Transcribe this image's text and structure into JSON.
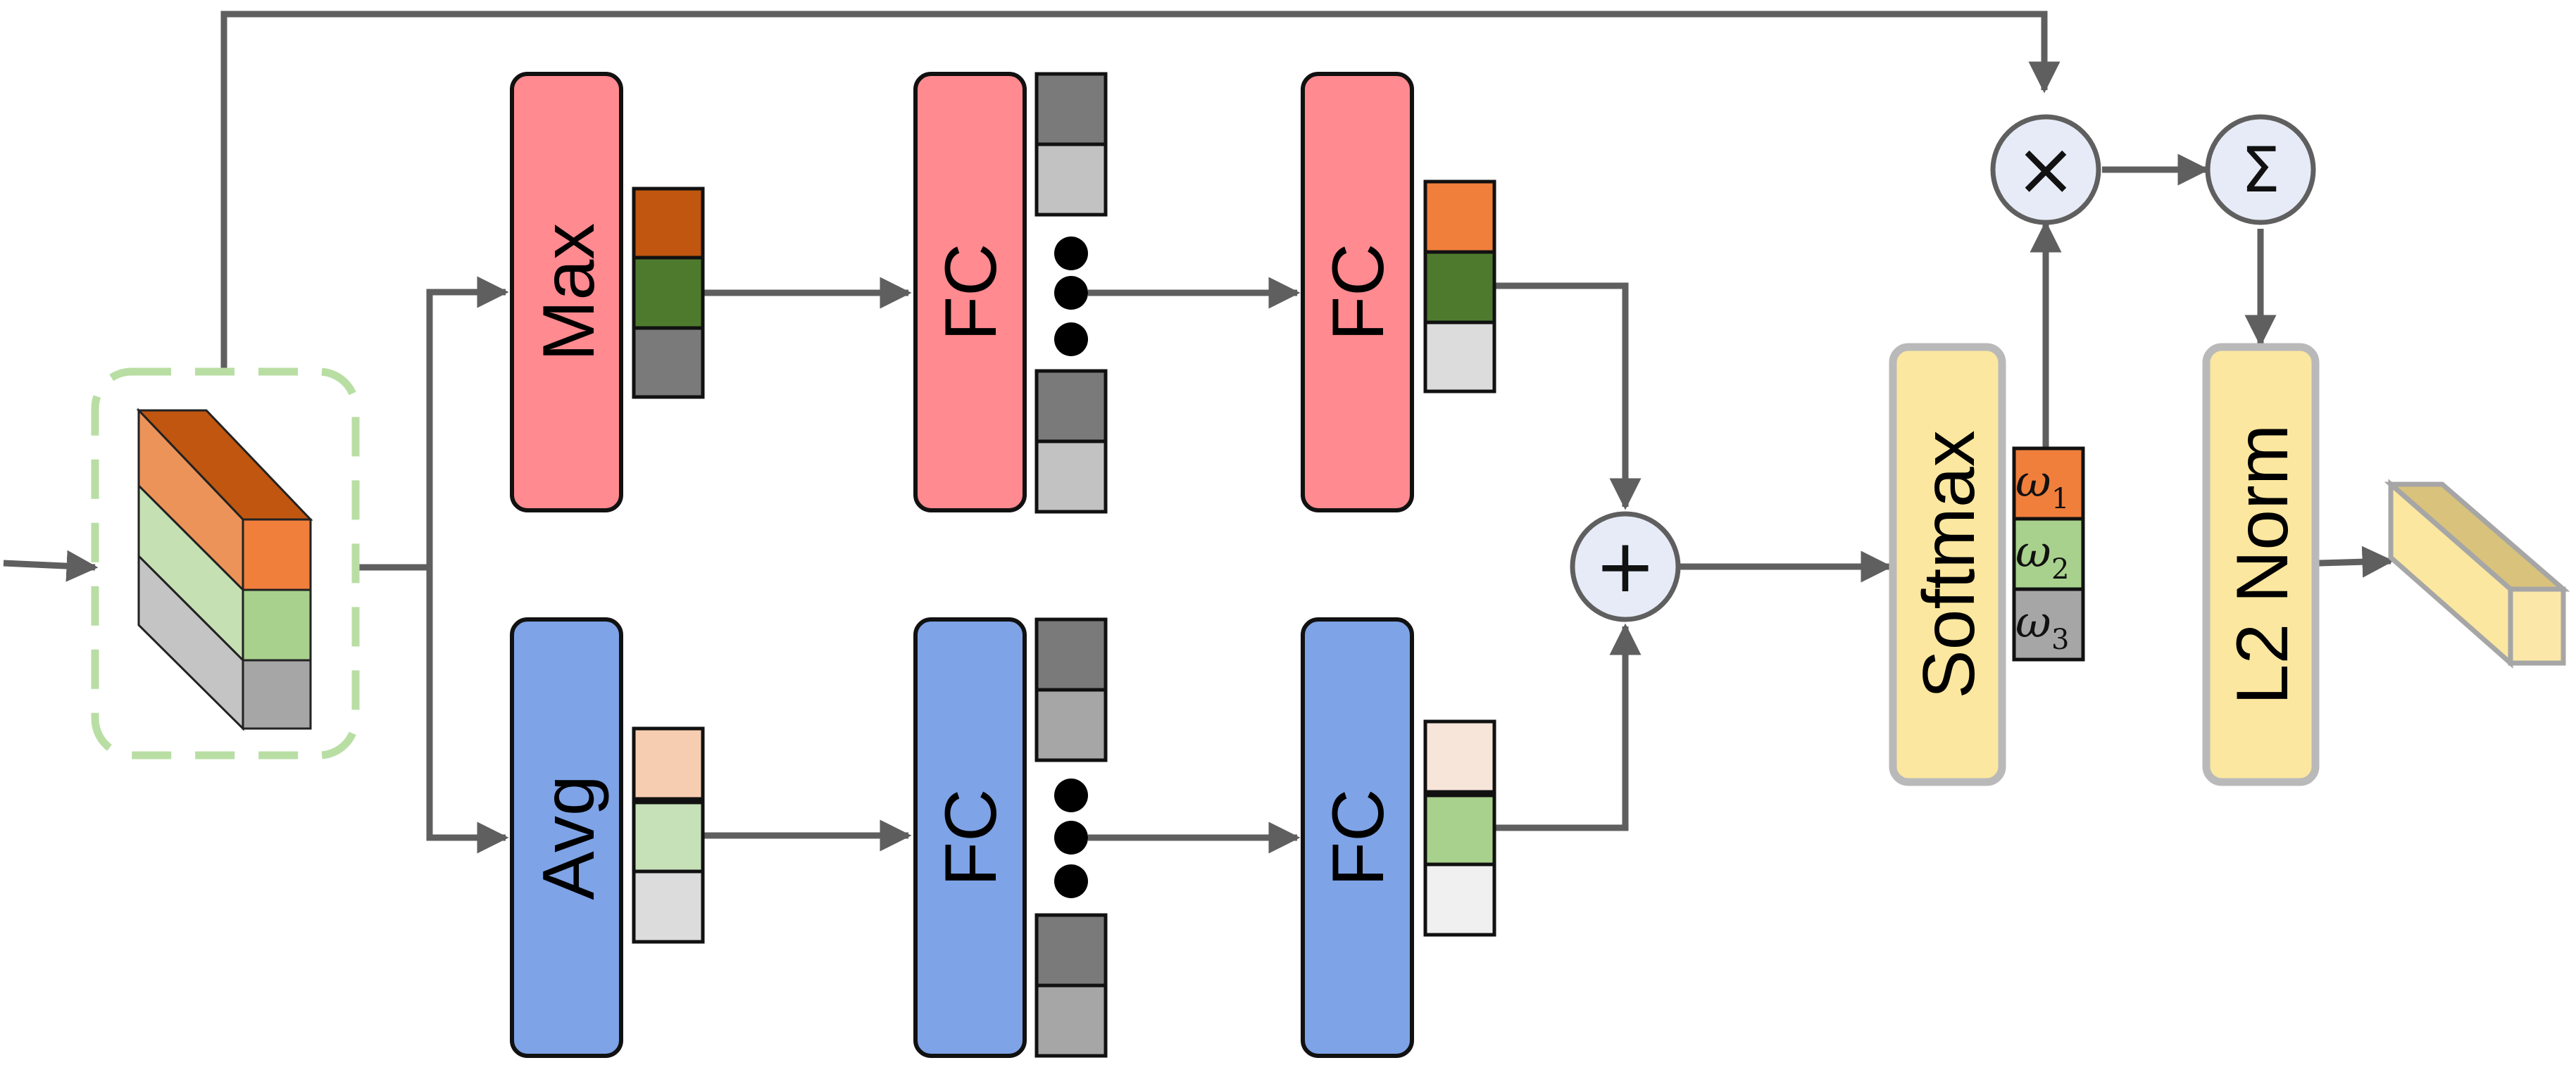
{
  "blocks": {
    "max": "Max",
    "avg": "Avg",
    "fc": "FC",
    "softmax": "Softmax",
    "l2norm": "L2 Norm"
  },
  "operators": {
    "multiply": "×",
    "sum": "Σ",
    "add": "+"
  },
  "weights": [
    {
      "symbol": "ω",
      "sub": "1"
    },
    {
      "symbol": "ω",
      "sub": "2"
    },
    {
      "symbol": "ω",
      "sub": "3"
    }
  ],
  "colors": {
    "red_block": "#ff8a90",
    "blue_block": "#7ea3e6",
    "yellow_block": "#fbe79f",
    "yellow_border": "#b9b9b9",
    "dashed_border": "#b9dea4",
    "arrow": "#5f5f5f",
    "orange": "#f07f3c",
    "dark_orange": "#c0560f",
    "green": "#a8d18d",
    "dark_green": "#4e7a2e",
    "gray": "#a6a6a6",
    "dark_gray": "#7a7a7a",
    "light_gray": "#c2c2c2",
    "circle_fill": "#e6ebf7"
  }
}
